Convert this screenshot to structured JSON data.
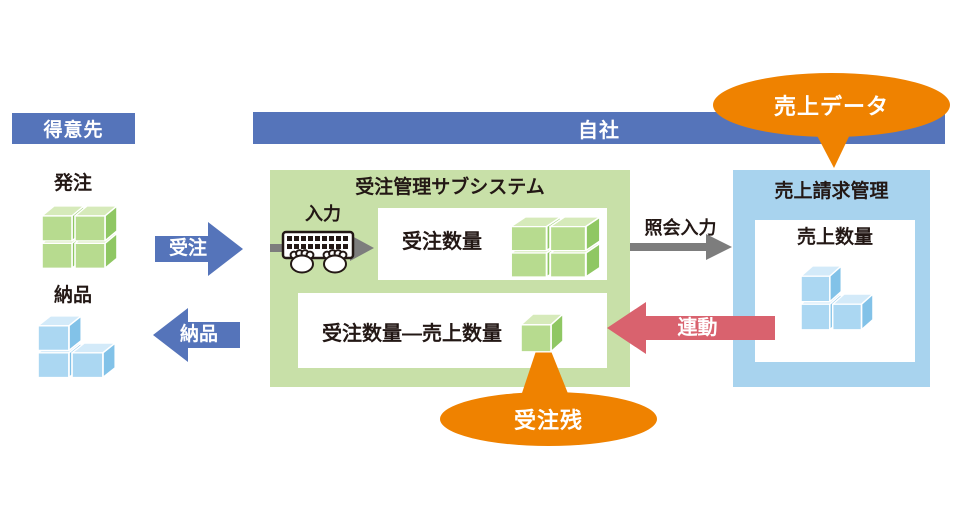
{
  "customer": {
    "header": "得意先",
    "order_label": "発注",
    "delivery_label": "納品"
  },
  "company": {
    "header": "自社"
  },
  "arrows": {
    "order": "受注",
    "delivery": "納品",
    "inquiry": "照会入力",
    "link": "連動"
  },
  "subsystem": {
    "title": "受注管理サブシステム",
    "input_label": "入力",
    "order_qty": "受注数量",
    "backlog_formula": "受注数量—売上数量"
  },
  "sales": {
    "title": "売上請求管理",
    "qty": "売上数量"
  },
  "callouts": {
    "sales_data": "売上データ",
    "order_backlog": "受注残"
  },
  "icons": {
    "keyboard": "keyboard-icon",
    "green_cubes": "green-cubes-icon",
    "blue_cubes": "blue-cubes-icon"
  },
  "colors": {
    "header_blue": "#5574ba",
    "panel_green": "#c8e0a8",
    "panel_blue": "#a8d3ee",
    "callout_orange": "#ef8200",
    "link_red": "#d9626e",
    "arrow_gray": "#7d7d7d",
    "text_black": "#231815",
    "cube_green_front": "#b7db8f",
    "cube_green_top": "#d6eaba",
    "cube_green_side": "#8fc763",
    "cube_blue_front": "#abd7f2",
    "cube_blue_top": "#d3eaf9",
    "cube_blue_side": "#82c2e8"
  }
}
